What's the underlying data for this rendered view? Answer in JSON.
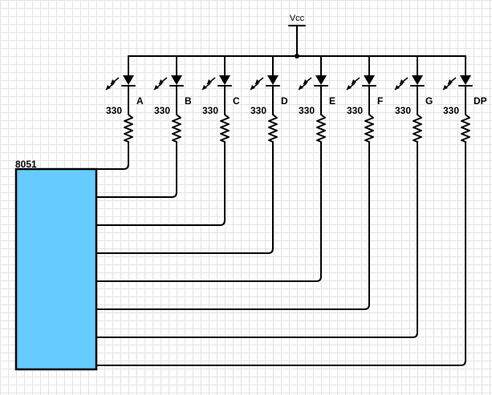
{
  "supply": {
    "label": "Vcc"
  },
  "mcu": {
    "label": "8051",
    "fill": "#66ccff"
  },
  "segments": [
    {
      "name": "A",
      "resistor": "330"
    },
    {
      "name": "B",
      "resistor": "330"
    },
    {
      "name": "C",
      "resistor": "330"
    },
    {
      "name": "D",
      "resistor": "330"
    },
    {
      "name": "E",
      "resistor": "330"
    },
    {
      "name": "F",
      "resistor": "330"
    },
    {
      "name": "G",
      "resistor": "330"
    },
    {
      "name": "DP",
      "resistor": "330"
    }
  ]
}
